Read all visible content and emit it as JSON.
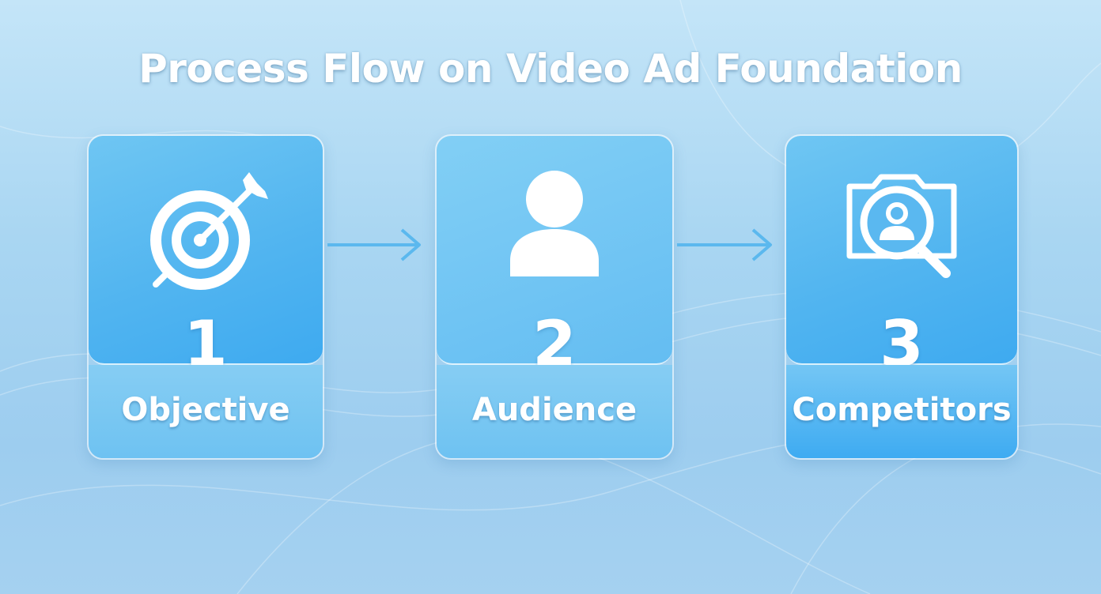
{
  "title": "Process Flow on Video Ad Foundation",
  "steps": [
    {
      "number": "1",
      "label": "Objective",
      "icon": "target-arrow-icon"
    },
    {
      "number": "2",
      "label": "Audience",
      "icon": "person-icon"
    },
    {
      "number": "3",
      "label": "Competitors",
      "icon": "camera-magnifier-icon"
    }
  ],
  "colors": {
    "card_primary": "#52b5f0",
    "card_label": "#86cdf3",
    "arrow": "#5bb8ee",
    "text": "#ffffff"
  }
}
